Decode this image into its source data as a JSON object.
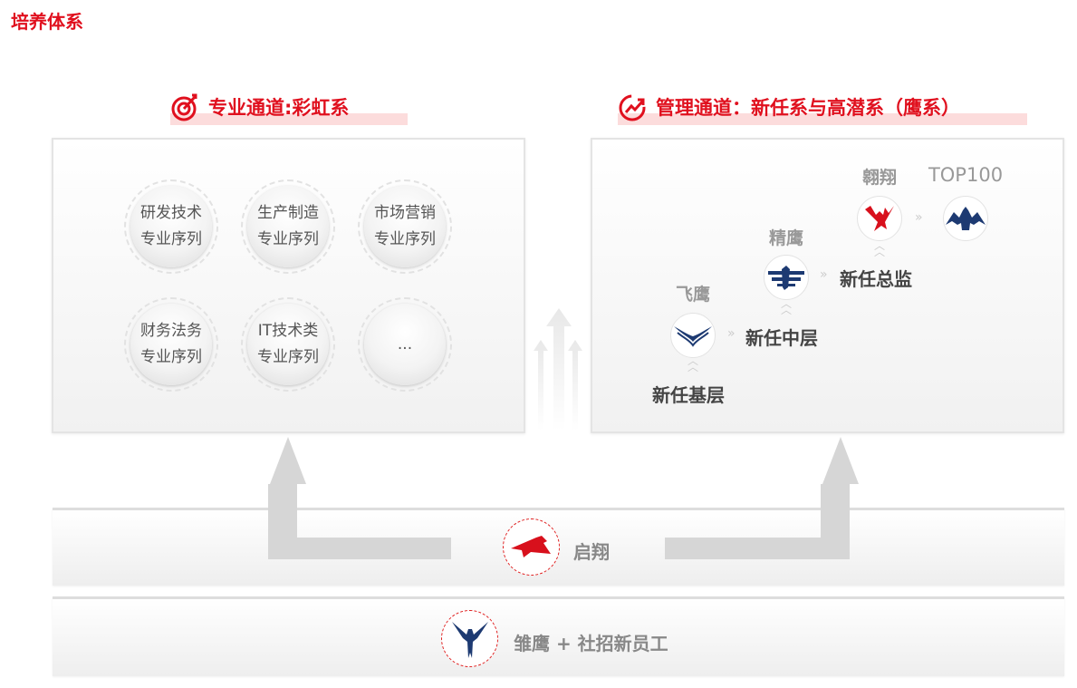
{
  "title": "培养体系",
  "left": {
    "heading": "专业通道:彩虹系",
    "items": [
      {
        "line1": "研发技术",
        "line2": "专业序列"
      },
      {
        "line1": "生产制造",
        "line2": "专业序列"
      },
      {
        "line1": "市场营销",
        "line2": "专业序列"
      },
      {
        "line1": "财务法务",
        "line2": "专业序列"
      },
      {
        "line1": "IT技术类",
        "line2": "专业序列"
      },
      {
        "line1": "...",
        "line2": ""
      }
    ]
  },
  "right": {
    "heading": "管理通道：新任系与高潜系（鹰系）",
    "steps": {
      "feiying": "飞鹰",
      "base": "新任基层",
      "jingying": "精鹰",
      "middle": "新任中层",
      "aoxiang": "翱翔",
      "director": "新任总监",
      "top": "TOP100"
    }
  },
  "qixiang": "启翔",
  "bottom": "雏鹰 + 社招新员工",
  "colors": {
    "red": "#e0101e",
    "navy": "#1d3a72"
  }
}
